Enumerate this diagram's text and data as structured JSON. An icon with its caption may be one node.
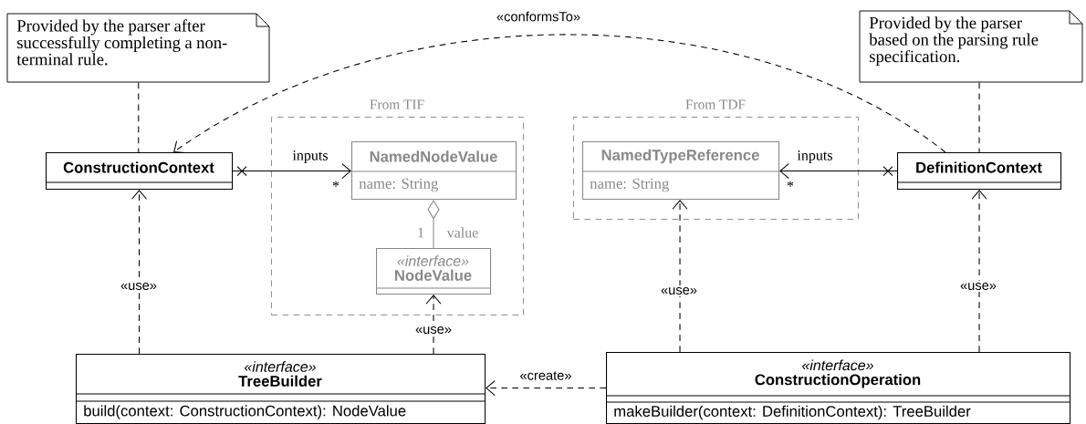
{
  "diagram": {
    "nodes": [
      {
        "text": [
          "Provided by the parser after successfully completing a non-terminal rule."
        ]
      },
      {
        "text": [
          "Provided by the parser based on the parsing rule specification."
        ]
      },
      {
        "text": [
          "From TIF"
        ]
      },
      {
        "text": [
          "NamedNodeValue",
          "name: String"
        ],
        "in": 2
      },
      {
        "text": [
          "«interface»",
          "NodeValue"
        ],
        "in": 2
      },
      {
        "text": [
          "From TDF"
        ]
      },
      {
        "text": [
          "NamedTypeReference",
          "name: String"
        ],
        "in": 5
      },
      {
        "text": [
          "ConstructionContext"
        ]
      },
      {
        "text": [
          "DefinitionContext"
        ]
      },
      {
        "text": [
          "«interface»",
          "TreeBuilder",
          "build(context: ConstructionContext): NodeValue"
        ]
      },
      {
        "text": [
          "«interface»",
          "ConstructionOperation",
          "makeBuilder(context: DefinitionContext): TreeBuilder"
        ]
      }
    ],
    "edges": [
      {
        "from": 0,
        "to": 7,
        "arrow": "none",
        "style": "dashed"
      },
      {
        "from": 1,
        "to": 8,
        "arrow": "none",
        "style": "dashed"
      },
      {
        "from": 8,
        "to": 7,
        "arrow": "to",
        "style": "dashed",
        "label": "«conformsTo»"
      },
      {
        "from": 7,
        "to": 3,
        "arrow": "to",
        "label": "inputs"
      },
      {
        "from": 8,
        "to": 6,
        "arrow": "to",
        "label": "inputs"
      },
      {
        "from": 4,
        "to": 3,
        "arrow": "other",
        "color": "#888888",
        "label": "value"
      },
      {
        "from": 9,
        "to": 7,
        "arrow": "to",
        "style": "dashed",
        "label": "«use»"
      },
      {
        "from": 9,
        "to": 4,
        "arrow": "to",
        "style": "dashed",
        "label": "«use»"
      },
      {
        "from": 10,
        "to": 6,
        "arrow": "to",
        "style": "dashed",
        "label": "«use»"
      },
      {
        "from": 10,
        "to": 8,
        "arrow": "to",
        "style": "dashed",
        "label": "«use»"
      },
      {
        "from": 10,
        "to": 9,
        "arrow": "to",
        "style": "dashed",
        "label": "«create»"
      }
    ],
    "labels": [
      "*",
      "*",
      "1"
    ]
  }
}
